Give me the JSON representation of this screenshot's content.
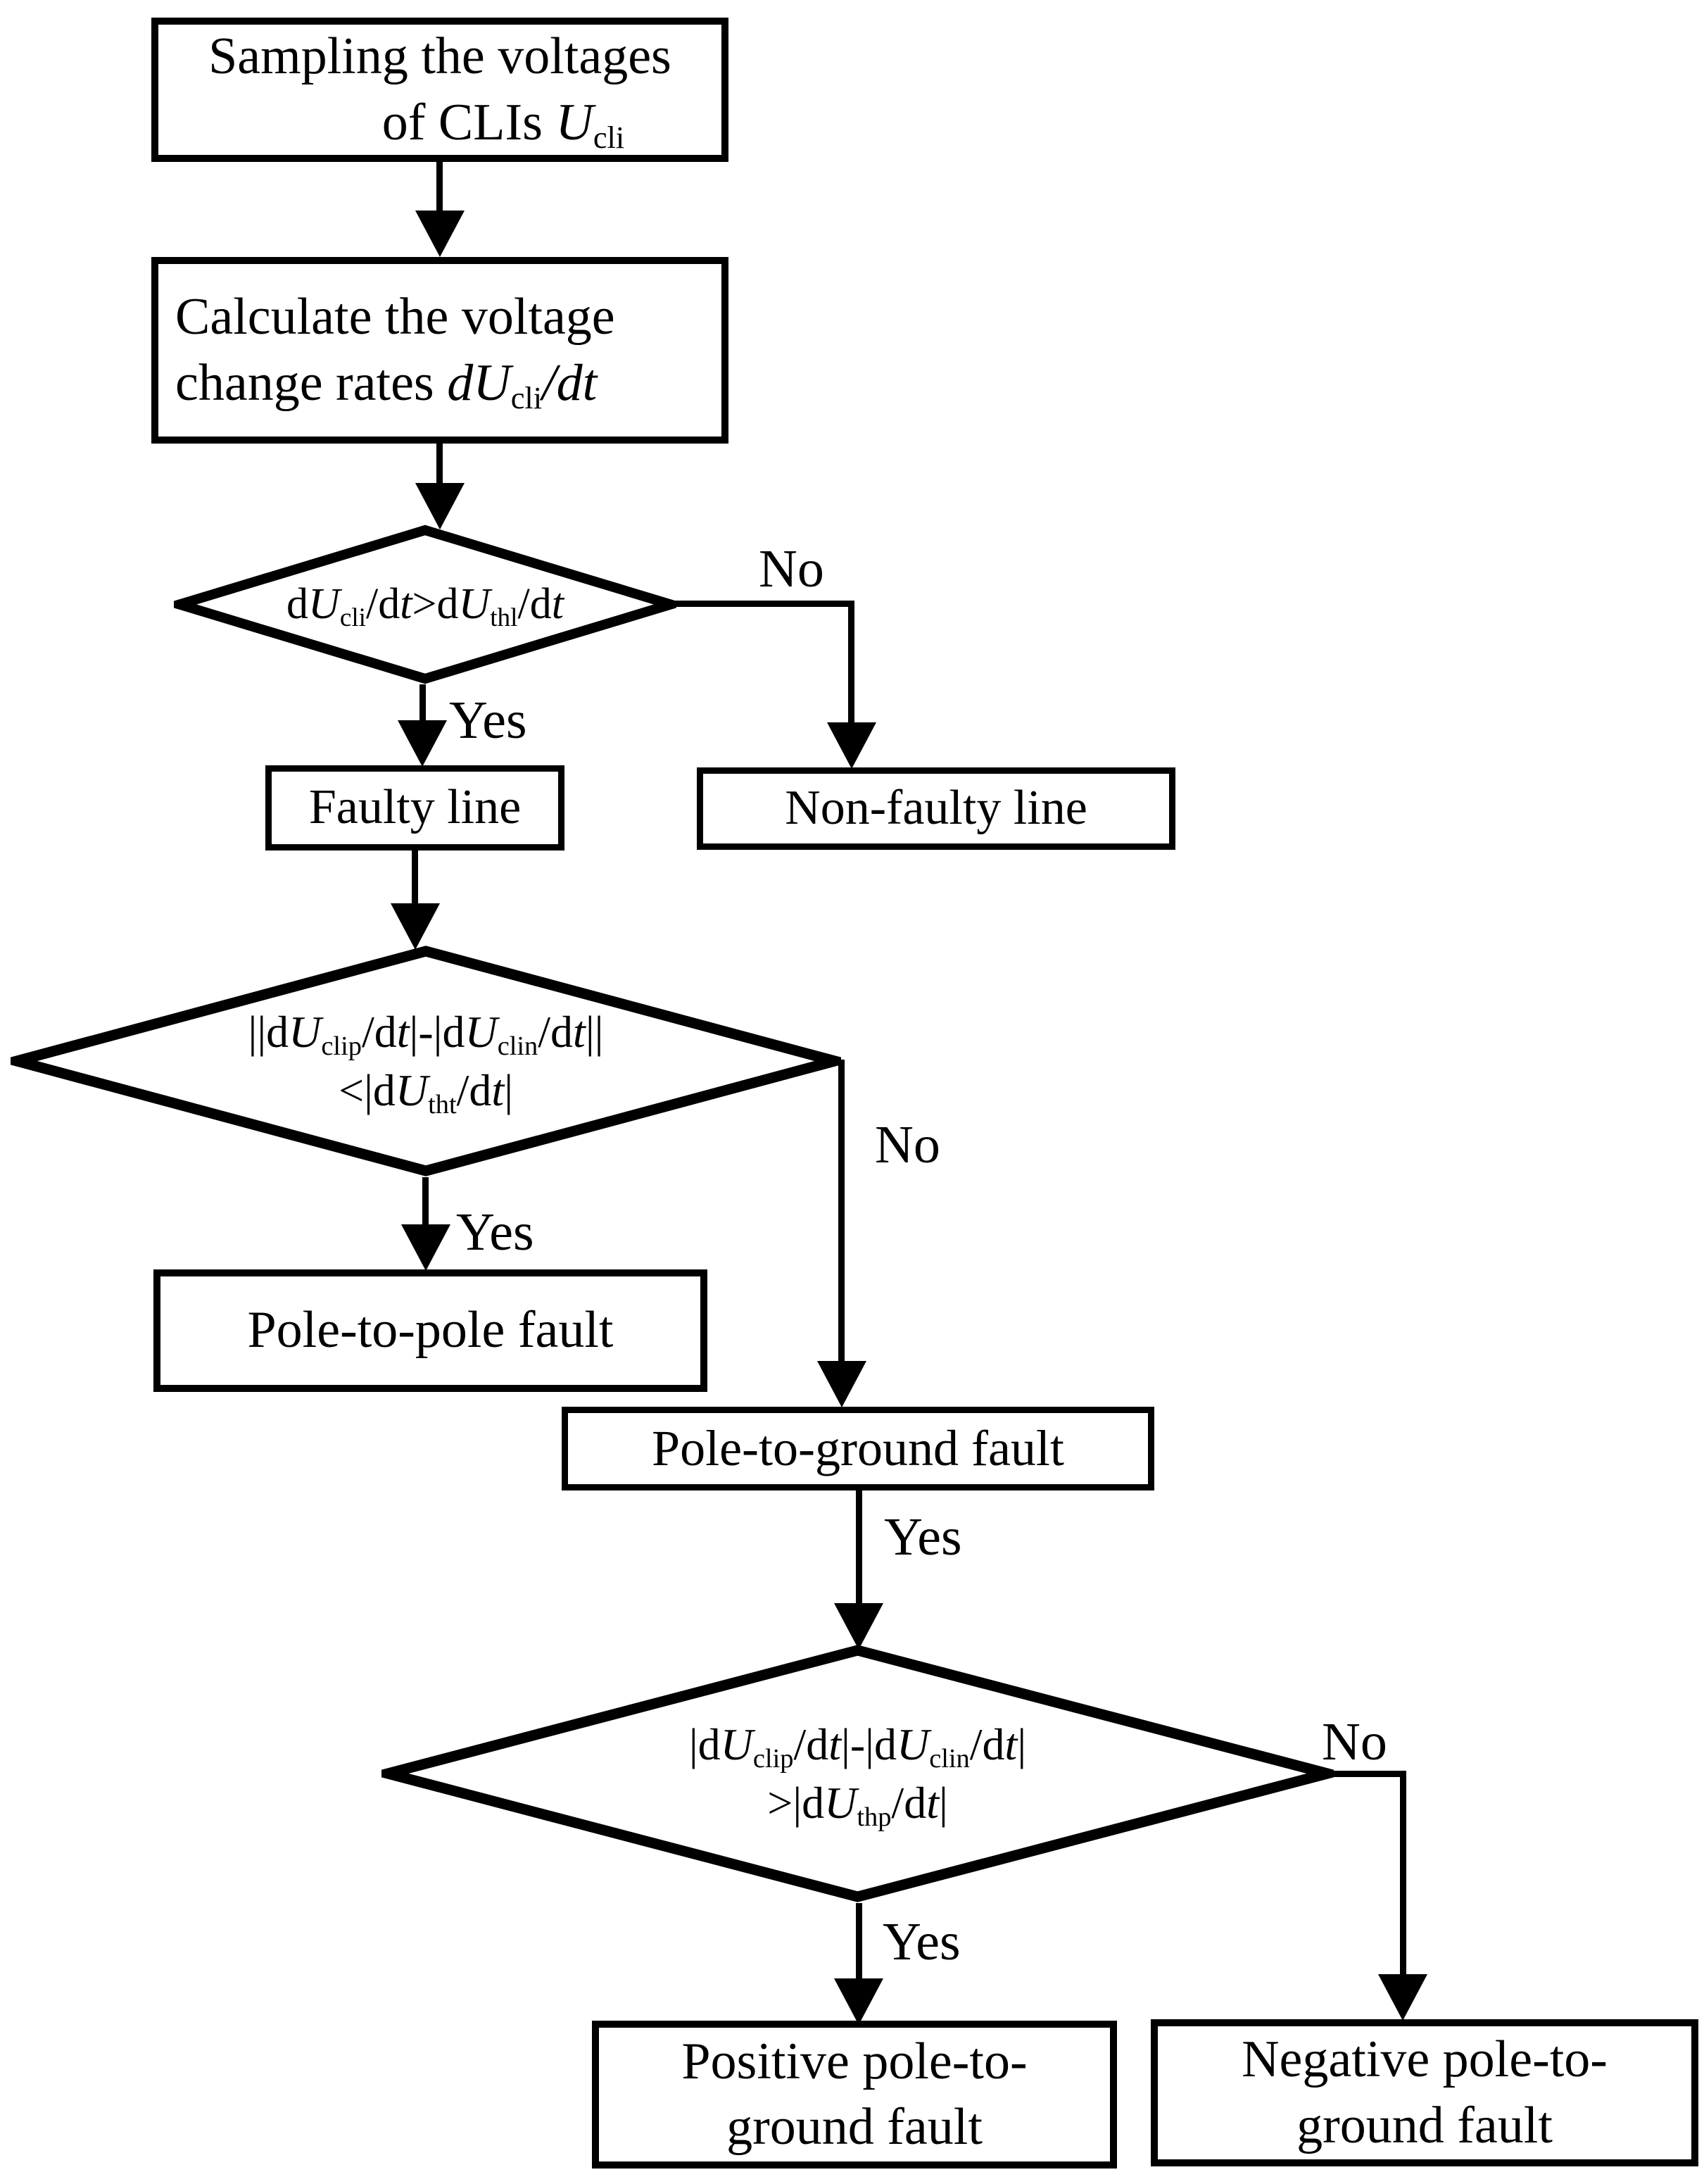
{
  "figure": {
    "kind": "flowchart",
    "background": "#ffffff",
    "ink": "#000000"
  },
  "nodes": {
    "sampling": {
      "lines": [
        [
          {
            "t": "Sampling the voltages"
          }
        ],
        [
          {
            "t": "of CLIs "
          },
          {
            "t": "U",
            "i": true
          },
          {
            "t": "cli",
            "sub": true
          }
        ]
      ]
    },
    "calculate": {
      "lines": [
        [
          {
            "t": "Calculate the voltage"
          }
        ],
        [
          {
            "t": "change rates "
          },
          {
            "t": "dU",
            "i": true
          },
          {
            "t": "cli",
            "sub": true
          },
          {
            "t": "/",
            "i": true
          },
          {
            "t": "dt",
            "i": true
          }
        ]
      ]
    },
    "d1": {
      "lines": [
        [
          {
            "t": "d"
          },
          {
            "t": "U",
            "i": true
          },
          {
            "t": "cli",
            "sub": true
          },
          {
            "t": "/d"
          },
          {
            "t": "t",
            "i": true
          },
          {
            "t": ">"
          },
          {
            "t": "d"
          },
          {
            "t": "U",
            "i": true
          },
          {
            "t": "thl",
            "sub": true
          },
          {
            "t": "/d"
          },
          {
            "t": "t",
            "i": true
          }
        ]
      ]
    },
    "faulty": {
      "lines": [
        [
          {
            "t": "Faulty line"
          }
        ]
      ]
    },
    "nonfaulty": {
      "lines": [
        [
          {
            "t": "Non-faulty line"
          }
        ]
      ]
    },
    "d2": {
      "lines": [
        [
          {
            "t": "||"
          },
          {
            "t": "d"
          },
          {
            "t": "U",
            "i": true
          },
          {
            "t": "clip",
            "sub": true
          },
          {
            "t": "/d"
          },
          {
            "t": "t",
            "i": true
          },
          {
            "t": "|"
          },
          {
            "t": "-"
          },
          {
            "t": "|"
          },
          {
            "t": "d"
          },
          {
            "t": "U",
            "i": true
          },
          {
            "t": "clin",
            "sub": true
          },
          {
            "t": "/d"
          },
          {
            "t": "t",
            "i": true
          },
          {
            "t": "||"
          }
        ],
        [
          {
            "t": "<"
          },
          {
            "t": "|"
          },
          {
            "t": "d"
          },
          {
            "t": "U",
            "i": true
          },
          {
            "t": "tht",
            "sub": true
          },
          {
            "t": "/d"
          },
          {
            "t": "t",
            "i": true
          },
          {
            "t": "|"
          }
        ]
      ]
    },
    "poletopole": {
      "lines": [
        [
          {
            "t": "Pole-to-pole fault"
          }
        ]
      ]
    },
    "poletoground": {
      "lines": [
        [
          {
            "t": "Pole-to-ground fault"
          }
        ]
      ]
    },
    "d3": {
      "lines": [
        [
          {
            "t": "|"
          },
          {
            "t": "d"
          },
          {
            "t": "U",
            "i": true
          },
          {
            "t": "clip",
            "sub": true
          },
          {
            "t": "/d"
          },
          {
            "t": "t",
            "i": true
          },
          {
            "t": "|"
          },
          {
            "t": "-"
          },
          {
            "t": "|"
          },
          {
            "t": "d"
          },
          {
            "t": "U",
            "i": true
          },
          {
            "t": "clin",
            "sub": true
          },
          {
            "t": "/d"
          },
          {
            "t": "t",
            "i": true
          },
          {
            "t": "|"
          }
        ],
        [
          {
            "t": ">"
          },
          {
            "t": "|"
          },
          {
            "t": "d"
          },
          {
            "t": "U",
            "i": true
          },
          {
            "t": "thp",
            "sub": true
          },
          {
            "t": "/d"
          },
          {
            "t": "t",
            "i": true
          },
          {
            "t": "|"
          }
        ]
      ]
    },
    "positive": {
      "lines": [
        [
          {
            "t": "Positive pole-to-"
          }
        ],
        [
          {
            "t": "ground fault"
          }
        ]
      ]
    },
    "negative": {
      "lines": [
        [
          {
            "t": "Negative pole-to-"
          }
        ],
        [
          {
            "t": "ground fault"
          }
        ]
      ]
    }
  },
  "edges": {
    "yes1": "Yes",
    "no1": "No",
    "yes2": "Yes",
    "no2": "No",
    "yes3": "Yes",
    "yes4": "Yes",
    "no3": "No"
  }
}
